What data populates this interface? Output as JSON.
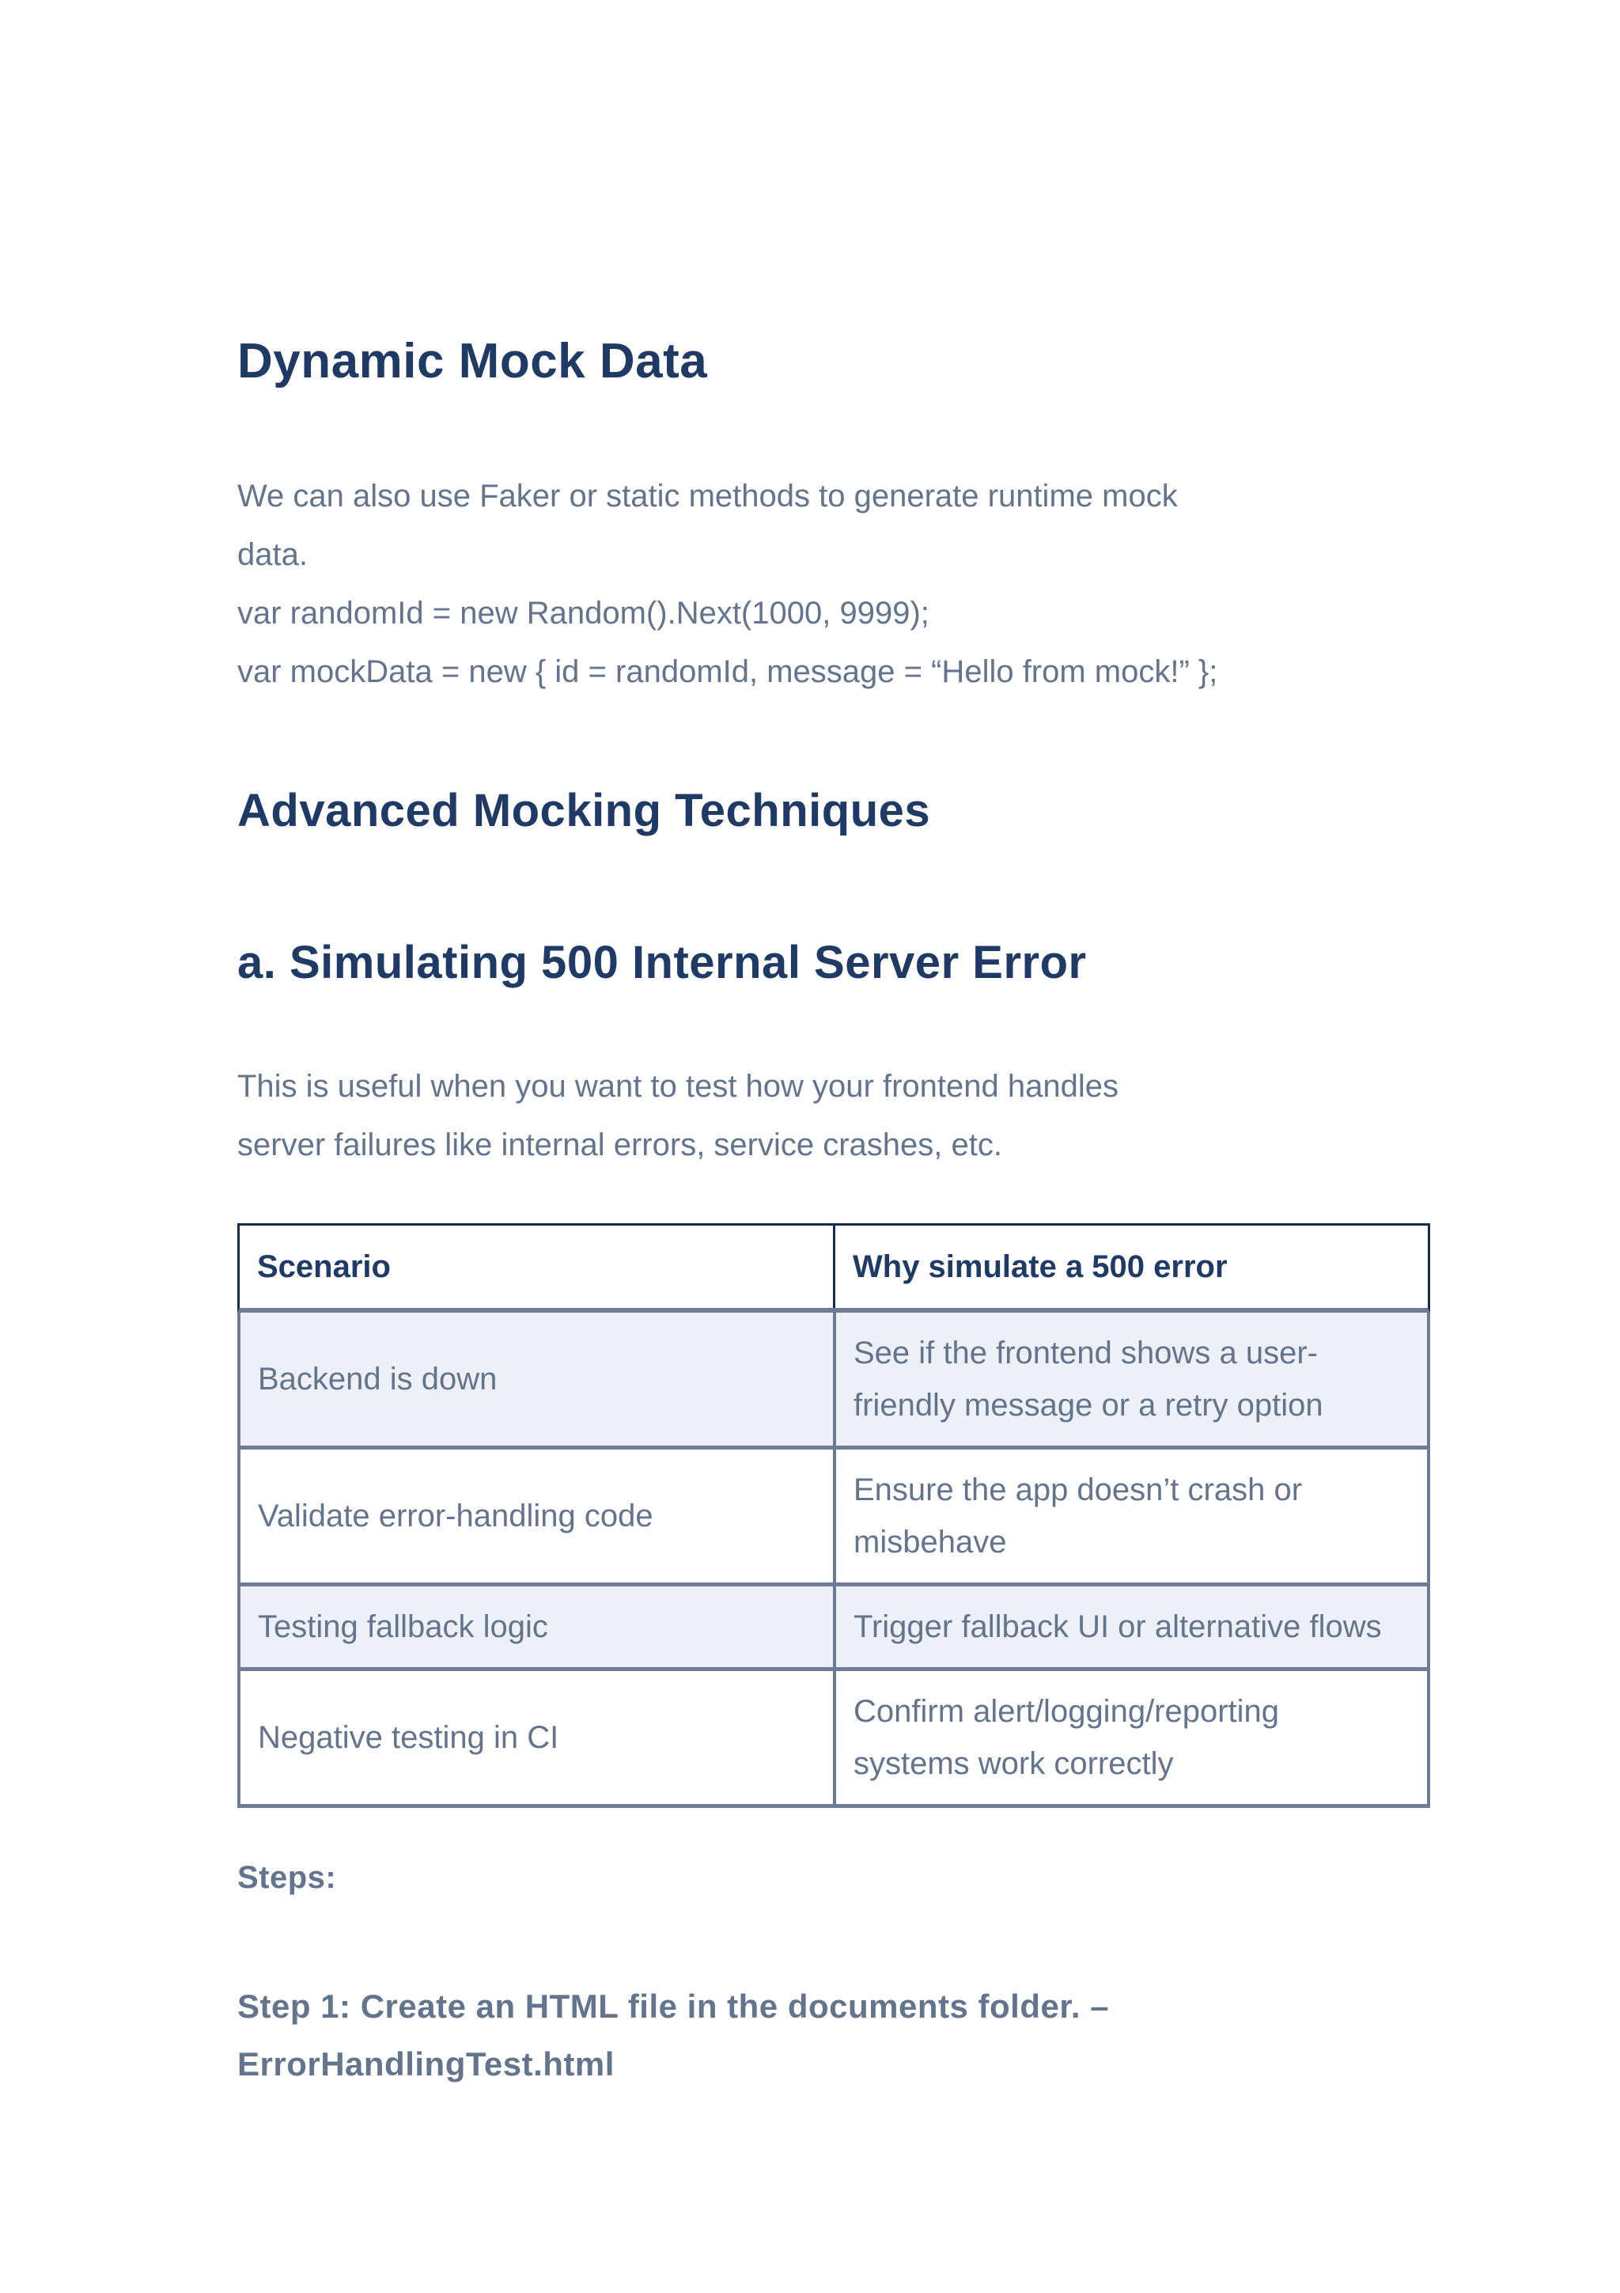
{
  "colors": {
    "heading_navy": "#203a66",
    "body_slate": "#64748c",
    "table_border_navy": "#152a4d",
    "table_border_gray": "#6d7b95",
    "row_alt_background": "#edf1f7",
    "page_background": "#ffffff"
  },
  "dynamic_mock": {
    "title": "Dynamic Mock Data",
    "body": "We can also use Faker or static methods to generate runtime mock\ndata.\nvar randomId = new Random().Next(1000, 9999);\nvar mockData = new { id = randomId, message = “Hello from mock!” };"
  },
  "advanced": {
    "title": "Advanced Mocking Techniques",
    "subsection_title": "a. Simulating 500 Internal Server Error",
    "intro": "This is useful when you want to test how your frontend handles\nserver failures like internal errors, service crashes, etc."
  },
  "table": {
    "headers": [
      "Scenario",
      "Why simulate a 500 error"
    ],
    "rows": [
      {
        "scenario": "Backend is down",
        "reason": "See if the frontend shows a user-\nfriendly message or a retry option"
      },
      {
        "scenario": "Validate error-handling code",
        "reason": "Ensure the app doesn’t crash or\nmisbehave"
      },
      {
        "scenario": "Testing fallback logic",
        "reason": "Trigger fallback UI or alternative flows"
      },
      {
        "scenario": "Negative testing in CI",
        "reason": "Confirm alert/logging/reporting\nsystems work correctly"
      }
    ]
  },
  "steps": {
    "label": "Steps:",
    "step1": "Step 1: Create an HTML file in the documents folder. –\nErrorHandlingTest.html"
  }
}
